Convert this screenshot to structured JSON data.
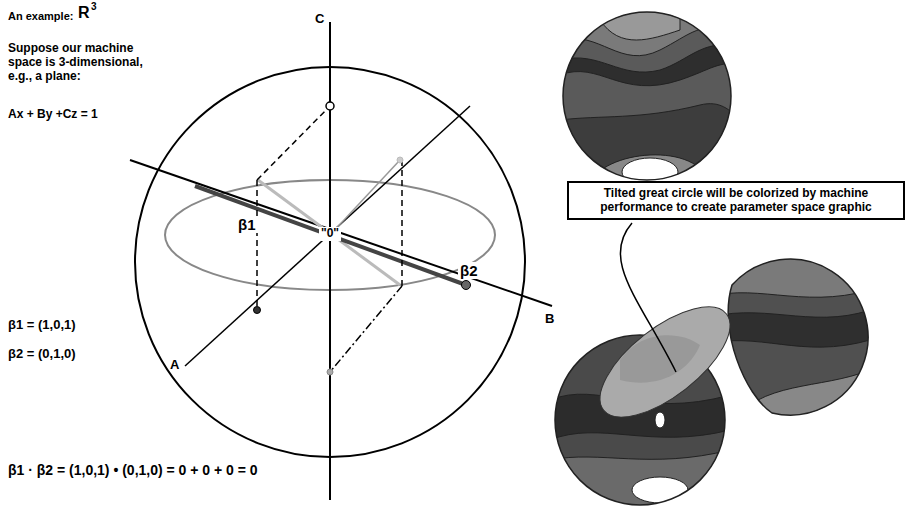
{
  "diagram": {
    "title": "An example:",
    "nodes": [
      {
        "text": [
          "Tilted great circle will be colorized by machine performance to create parameter space graphic"
        ]
      }
    ],
    "labels": [
      "R",
      "3",
      "Suppose our machine space is 3-dimensional, e.g., a plane:",
      "Ax + By +Cz = 1",
      "C",
      "β1",
      "\"0\"",
      "β2",
      "B",
      "A",
      "β1 = (1,0,1)",
      "β2 = (0,1,0)",
      "β1 · β2 = (1,0,1) • (0,1,0) = 0 + 0 + 0 = 0"
    ]
  }
}
